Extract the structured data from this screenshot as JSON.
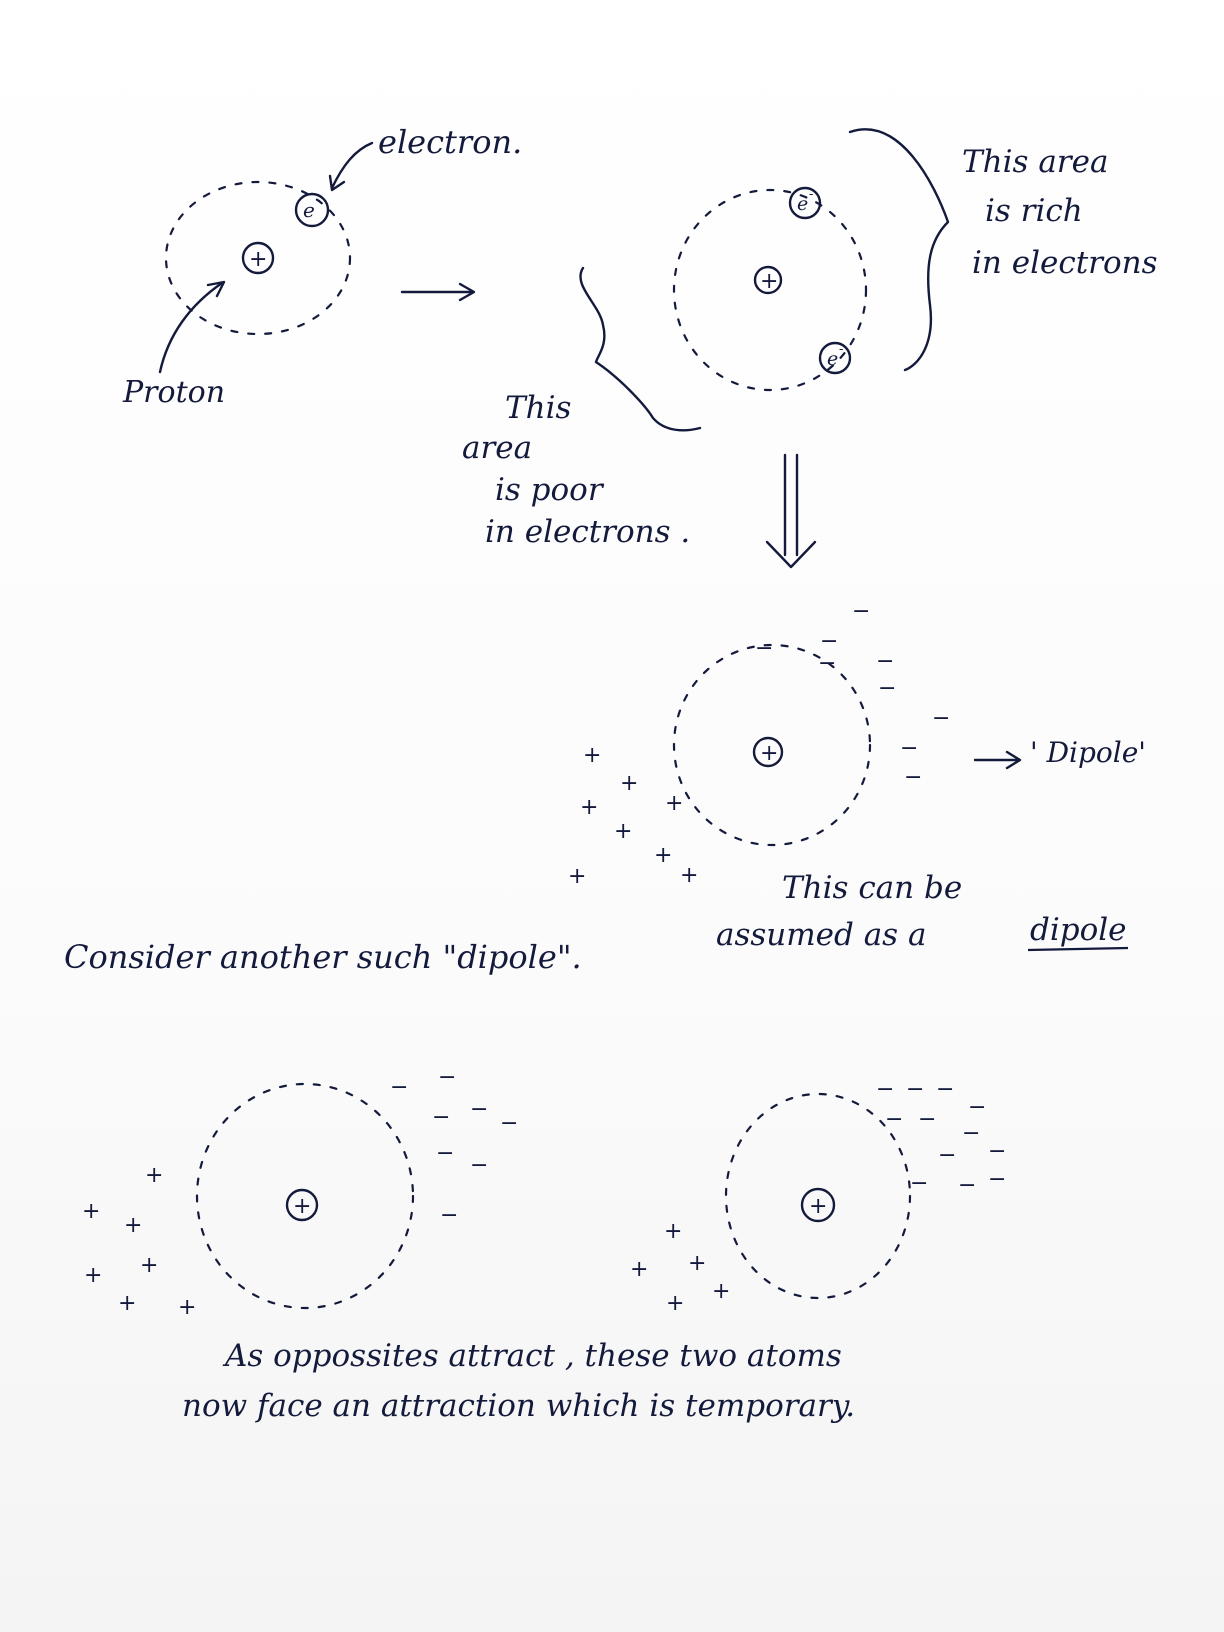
{
  "labels": {
    "electron": "electron.",
    "proton": "Proton",
    "proton_symbol": "+",
    "electron_symbol": "e",
    "electron_superscript": "-",
    "rich_area": [
      "This area",
      "is rich",
      "in electrons"
    ],
    "poor_area": [
      "This",
      "area",
      "is poor",
      "in electrons ."
    ],
    "dipole_tag": "' Dipole'",
    "assumed": [
      "This can be",
      "assumed as a",
      "dipole"
    ],
    "consider": "Consider another such \"dipole\".",
    "conclusion": [
      "As oppossites attract , these two atoms",
      "now face an attraction which is temporary."
    ]
  },
  "charges": {
    "plus": "+",
    "minus": "−"
  },
  "colors": {
    "ink": "#141a3c",
    "paper": "#fdfdfd"
  }
}
